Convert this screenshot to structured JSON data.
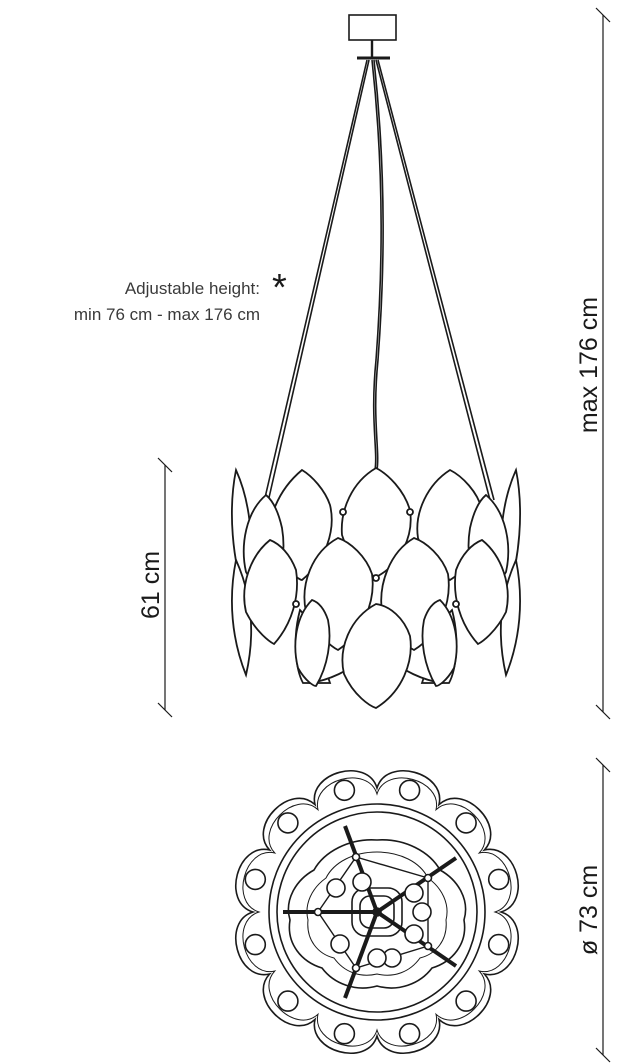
{
  "annotation": {
    "line1": "Adjustable height:",
    "line2": "min 76 cm - max 176 cm",
    "marker": "*"
  },
  "dimensions": {
    "total_height": "max 176 cm",
    "body_height": "61 cm",
    "diameter": "ø 73 cm"
  },
  "colors": {
    "line": "#1a1a1a",
    "text": "#3a3a3a",
    "background": "#ffffff"
  }
}
